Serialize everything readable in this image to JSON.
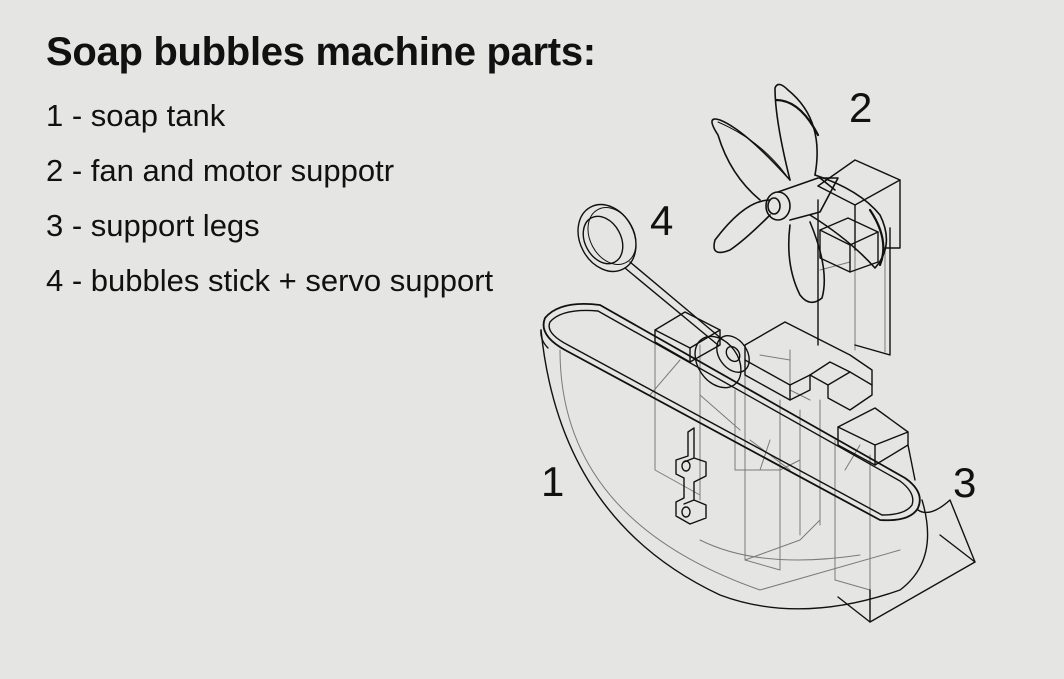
{
  "title": "Soap bubbles machine parts:",
  "parts": [
    {
      "label": "1 - soap tank"
    },
    {
      "label": "2 - fan and motor suppotr"
    },
    {
      "label": "3 - support legs"
    },
    {
      "label": "4 - bubbles stick + servo support"
    }
  ],
  "callouts": {
    "tank": "1",
    "fan": "2",
    "legs": "3",
    "stick": "4"
  },
  "colors": {
    "background": "#e5e6e4",
    "line": "#111111",
    "thin_line": "#6f6f6f"
  }
}
